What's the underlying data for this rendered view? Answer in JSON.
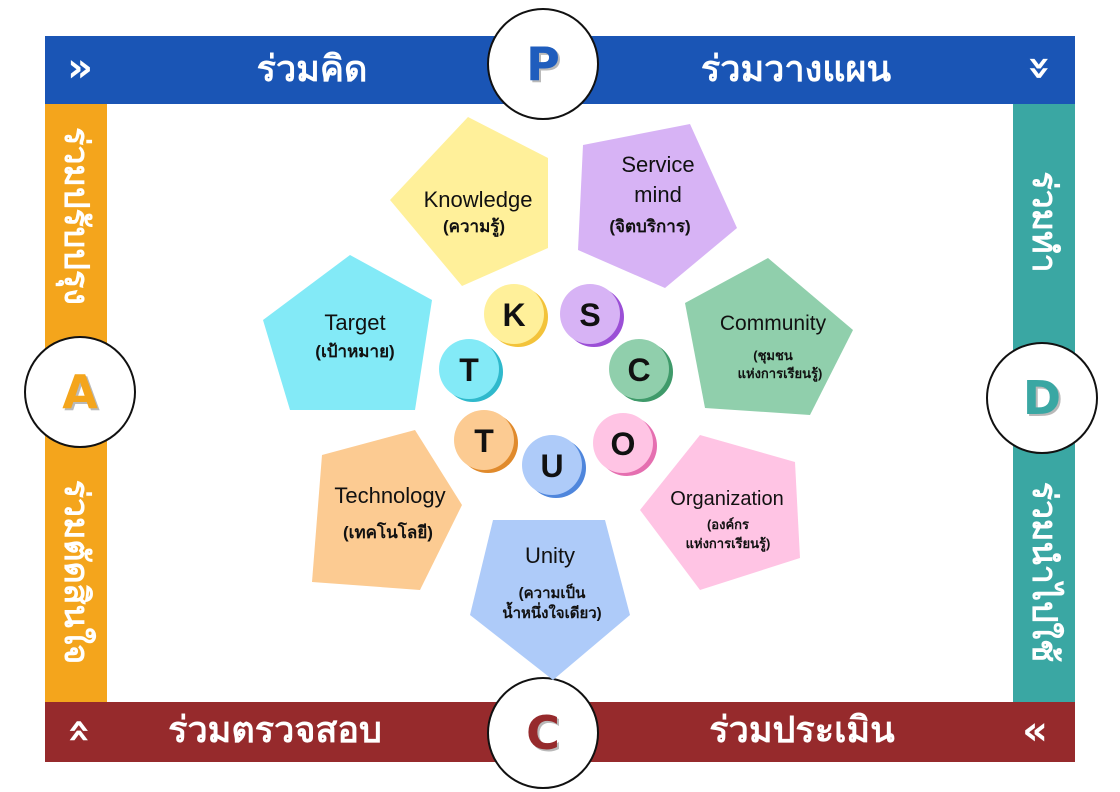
{
  "colors": {
    "top": "#1a55b5",
    "right": "#3aa7a3",
    "bottom": "#962a2c",
    "left": "#f4a51c",
    "white": "#ffffff"
  },
  "top_bar": {
    "left_text": "ร่วมคิด",
    "right_text": "ร่วมวางแผน",
    "left_chevron": "»",
    "right_chevron": "»"
  },
  "bottom_bar": {
    "left_text": "ร่วมตรวจสอบ",
    "right_text": "ร่วมประเมิน",
    "left_chevron": "«",
    "right_chevron": "«"
  },
  "left_bar": {
    "top_text": "ร่วมปรับปรุง",
    "bottom_text": "ร่วมตัดสินใจ"
  },
  "right_bar": {
    "top_text": "ร่วมทำ",
    "bottom_text": "ร่วมนำไปใช้"
  },
  "cycle": {
    "P": {
      "letter": "P",
      "color": "#1f5dbd"
    },
    "D": {
      "letter": "D",
      "color": "#3aa7a3"
    },
    "C": {
      "letter": "C",
      "color": "#962a2c"
    },
    "A": {
      "letter": "A",
      "color": "#f4a51c"
    }
  },
  "pentagons": [
    {
      "id": "knowledge",
      "label": "Knowledge",
      "thai": "(ความรู้)",
      "color": "#fff09a"
    },
    {
      "id": "service",
      "label": "Service",
      "label2": "mind",
      "thai": "(จิตบริการ)",
      "color": "#d7b3f5"
    },
    {
      "id": "community",
      "label": "Community",
      "thai": "(ชุมชน",
      "thai2": "แห่งการเรียนรู้)",
      "color": "#90cfac"
    },
    {
      "id": "organization",
      "label": "Organization",
      "thai": "(องค์กร",
      "thai2": "แห่งการเรียนรู้)",
      "color": "#ffc4e4"
    },
    {
      "id": "unity",
      "label": "Unity",
      "thai": "(ความเป็น",
      "thai2": "น้ำหนึ่งใจเดียว)",
      "color": "#aecbf9"
    },
    {
      "id": "technology",
      "label": "Technology",
      "thai": "(เทคโนโลยี)",
      "color": "#fccb92"
    },
    {
      "id": "target",
      "label": "Target",
      "thai": "(เป้าหมาย)",
      "color": "#83eaf7"
    }
  ],
  "letters": [
    {
      "id": "K",
      "letter": "K",
      "color": "#fff09a",
      "shadow": "#f3c33a"
    },
    {
      "id": "S",
      "letter": "S",
      "color": "#d7b3f5",
      "shadow": "#9b4fd6"
    },
    {
      "id": "C",
      "letter": "C",
      "color": "#90cfac",
      "shadow": "#3f9a6a"
    },
    {
      "id": "O",
      "letter": "O",
      "color": "#ffc4e4",
      "shadow": "#e56fb0"
    },
    {
      "id": "U",
      "letter": "U",
      "color": "#aecbf9",
      "shadow": "#4f86dc"
    },
    {
      "id": "T2",
      "letter": "T",
      "color": "#fccb92",
      "shadow": "#e08a2c"
    },
    {
      "id": "T1",
      "letter": "T",
      "color": "#83eaf7",
      "shadow": "#2fb9cc"
    }
  ]
}
